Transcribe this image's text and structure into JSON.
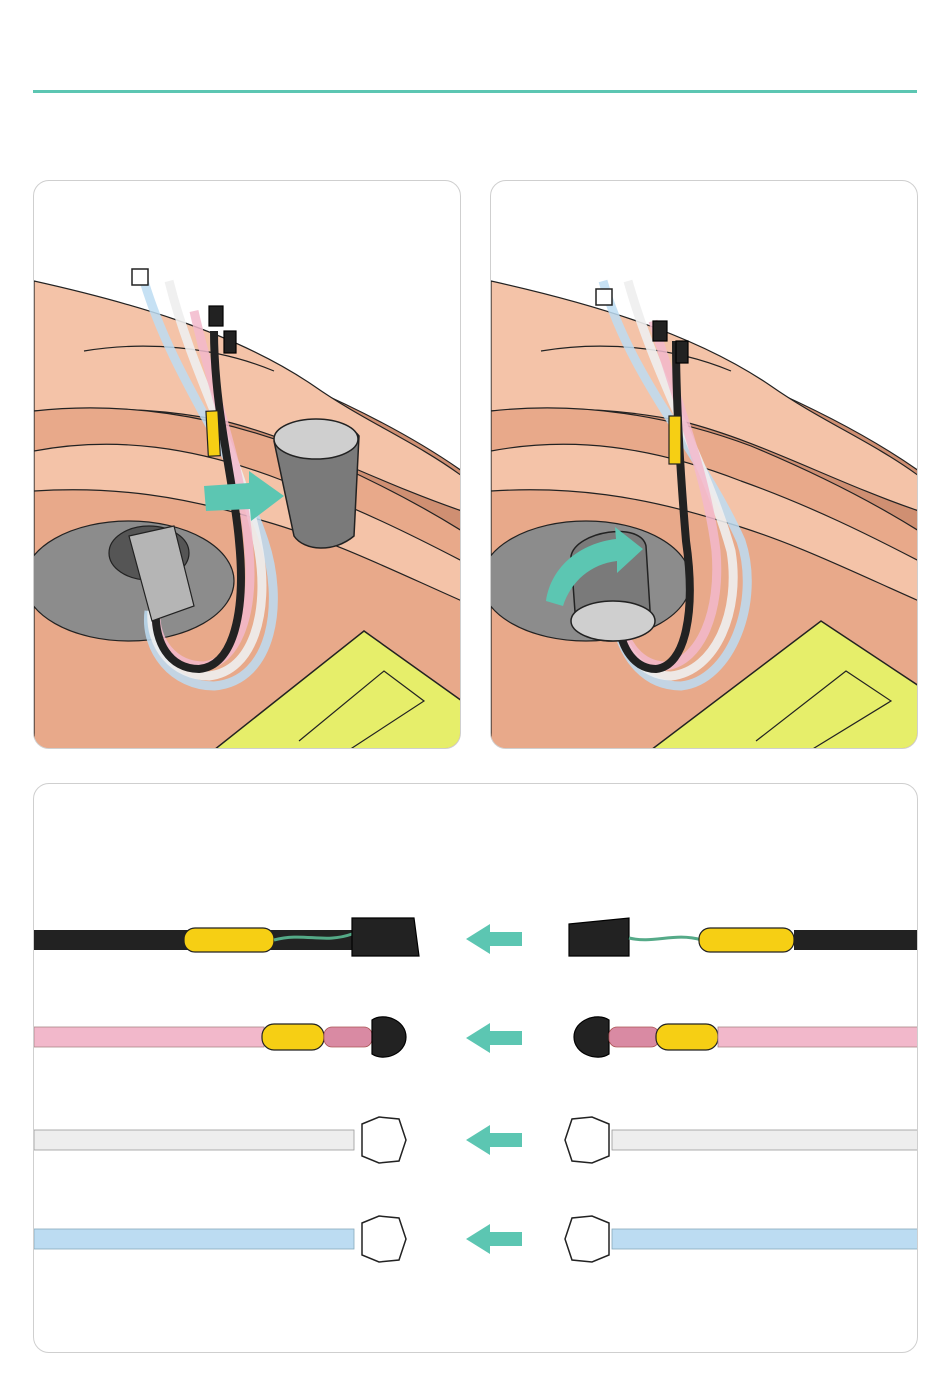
{
  "colors": {
    "accent": "#5cc6b2",
    "skin_light": "#f4c3a8",
    "skin_mid": "#e8a98a",
    "skin_dark": "#cf8f72",
    "pad_yellow": "#e6ee6a",
    "socket_grey": "#8c8c8c",
    "cable_black": "#222222",
    "sleeve_yellow": "#f6cf14",
    "tube_pink": "#f2b8cb",
    "tube_white": "#eeeeee",
    "tube_blue": "#bcdcf2"
  },
  "steps": [
    {
      "illustration": "connector-cap-being-placed-over-cable-bundle",
      "arrow": "straight-arrow-icon"
    },
    {
      "illustration": "connector-cap-being-twisted-into-socket",
      "arrow": "curved-rotate-arrow-icon"
    }
  ],
  "connections": [
    {
      "line": "black-electrical-cable",
      "left_connector": "female-electrical-plug",
      "right_connector": "male-electrical-plug",
      "arrow": "arrow-left-icon"
    },
    {
      "line": "pink-tube",
      "left_connector": "black-tube-coupling",
      "right_connector": "black-tube-coupling",
      "arrow": "arrow-left-icon"
    },
    {
      "line": "white-tube",
      "left_connector": "luer-quick-connector",
      "right_connector": "luer-quick-connector",
      "arrow": "arrow-left-icon"
    },
    {
      "line": "blue-tube",
      "left_connector": "luer-quick-connector",
      "right_connector": "luer-quick-connector",
      "arrow": "arrow-left-icon"
    }
  ]
}
